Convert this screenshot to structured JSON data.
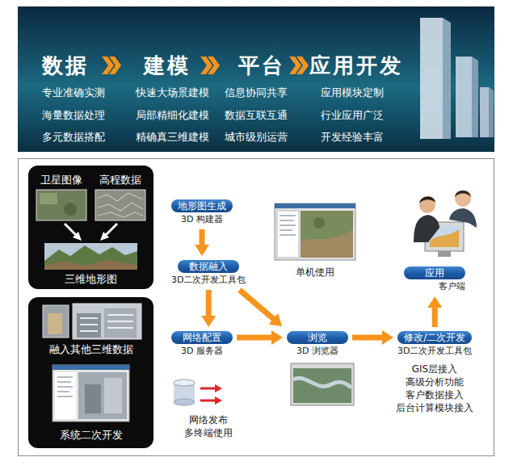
{
  "diagram": {
    "nodes": [
      {
        "text": [
          "数据",
          "建模",
          "平台",
          "应用开发",
          "专业准确实测",
          "快速大场景建模",
          "信息协同共享",
          "应用模块定制",
          "海量数据处理",
          "局部精细化建模",
          "数据互联互通",
          "行业应用广泛",
          "多元数据搭配",
          "精确真三维建模",
          "城市级别运营",
          "开发经验丰富"
        ]
      },
      {
        "text": [
          "卫星图像",
          "高程数据",
          "三维地形图"
        ]
      },
      {
        "text": [
          "融入其他三维数据",
          "系统二次开发"
        ]
      },
      {
        "text": [
          "地形图生成",
          "3D 构建器"
        ]
      },
      {
        "text": [
          "数据融入",
          "3D二次开发工具包"
        ]
      },
      {
        "text": [
          "网络配置",
          "3D 服务器"
        ]
      },
      {
        "text": [
          "浏览",
          "3D 浏览器"
        ]
      },
      {
        "text": [
          "修改/二次开发",
          "3D二次开发工具包"
        ]
      },
      {
        "text": [
          "应用",
          "客户端"
        ]
      }
    ],
    "edges": [
      {
        "from": 3,
        "to": 4,
        "arrow": "to"
      },
      {
        "from": 4,
        "to": 5,
        "arrow": "to"
      },
      {
        "from": 4,
        "to": 6,
        "arrow": "to"
      },
      {
        "from": 5,
        "to": 6,
        "arrow": "to"
      },
      {
        "from": 6,
        "to": 7,
        "arrow": "to"
      },
      {
        "from": 7,
        "to": 8,
        "arrow": "to"
      }
    ],
    "labels": [
      "单机使用",
      "GIS层接入",
      "高级分析功能",
      "客户数据接入",
      "后台计算模块接入",
      "网络发布 多终端使用"
    ]
  }
}
